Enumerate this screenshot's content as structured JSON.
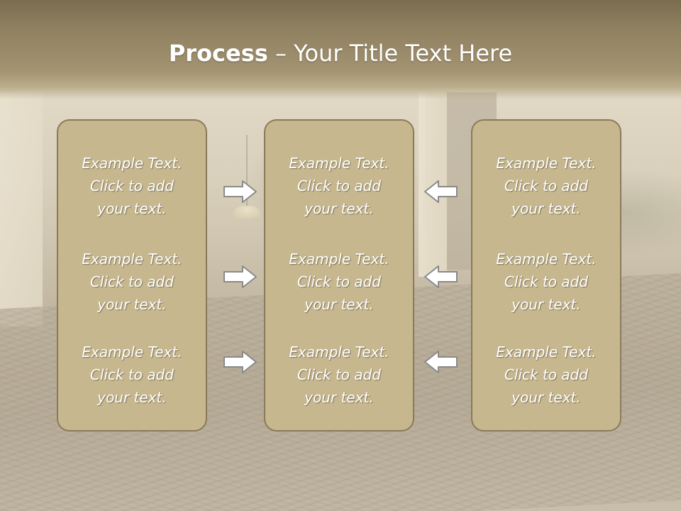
{
  "slide": {
    "title_bold": "Process",
    "title_separator": " – ",
    "title_rest": "Your Title Text Here"
  },
  "columns": [
    {
      "position": "left",
      "cells": [
        {
          "line1": "Example Text.",
          "line2": "Click  to add",
          "line3": "your text."
        },
        {
          "line1": "Example Text.",
          "line2": "Click  to add",
          "line3": "your text."
        },
        {
          "line1": "Example Text.",
          "line2": "Click  to add",
          "line3": "your text."
        }
      ]
    },
    {
      "position": "center",
      "cells": [
        {
          "line1": "Example Text.",
          "line2": "Click  to add",
          "line3": "your text."
        },
        {
          "line1": "Example Text.",
          "line2": "Click  to add",
          "line3": "your text."
        },
        {
          "line1": "Example Text.",
          "line2": "Click  to add",
          "line3": "your text."
        }
      ]
    },
    {
      "position": "right",
      "cells": [
        {
          "line1": "Example Text.",
          "line2": "Click  to add",
          "line3": "your text."
        },
        {
          "line1": "Example Text.",
          "line2": "Click  to add",
          "line3": "your text."
        },
        {
          "line1": "Example Text.",
          "line2": "Click  to add",
          "line3": "your text."
        }
      ]
    }
  ],
  "arrows": {
    "left_group": [
      "arrow-right-icon",
      "arrow-right-icon",
      "arrow-right-icon"
    ],
    "right_group": [
      "arrow-left-icon",
      "arrow-left-icon",
      "arrow-left-icon"
    ]
  },
  "colors": {
    "title_band": "#8f8060",
    "column_fill": "#c6b78f",
    "column_border": "#8a7a5a",
    "text": "#ffffff",
    "arrow_fill": "#ffffff",
    "arrow_stroke": "#8a8a8a"
  }
}
